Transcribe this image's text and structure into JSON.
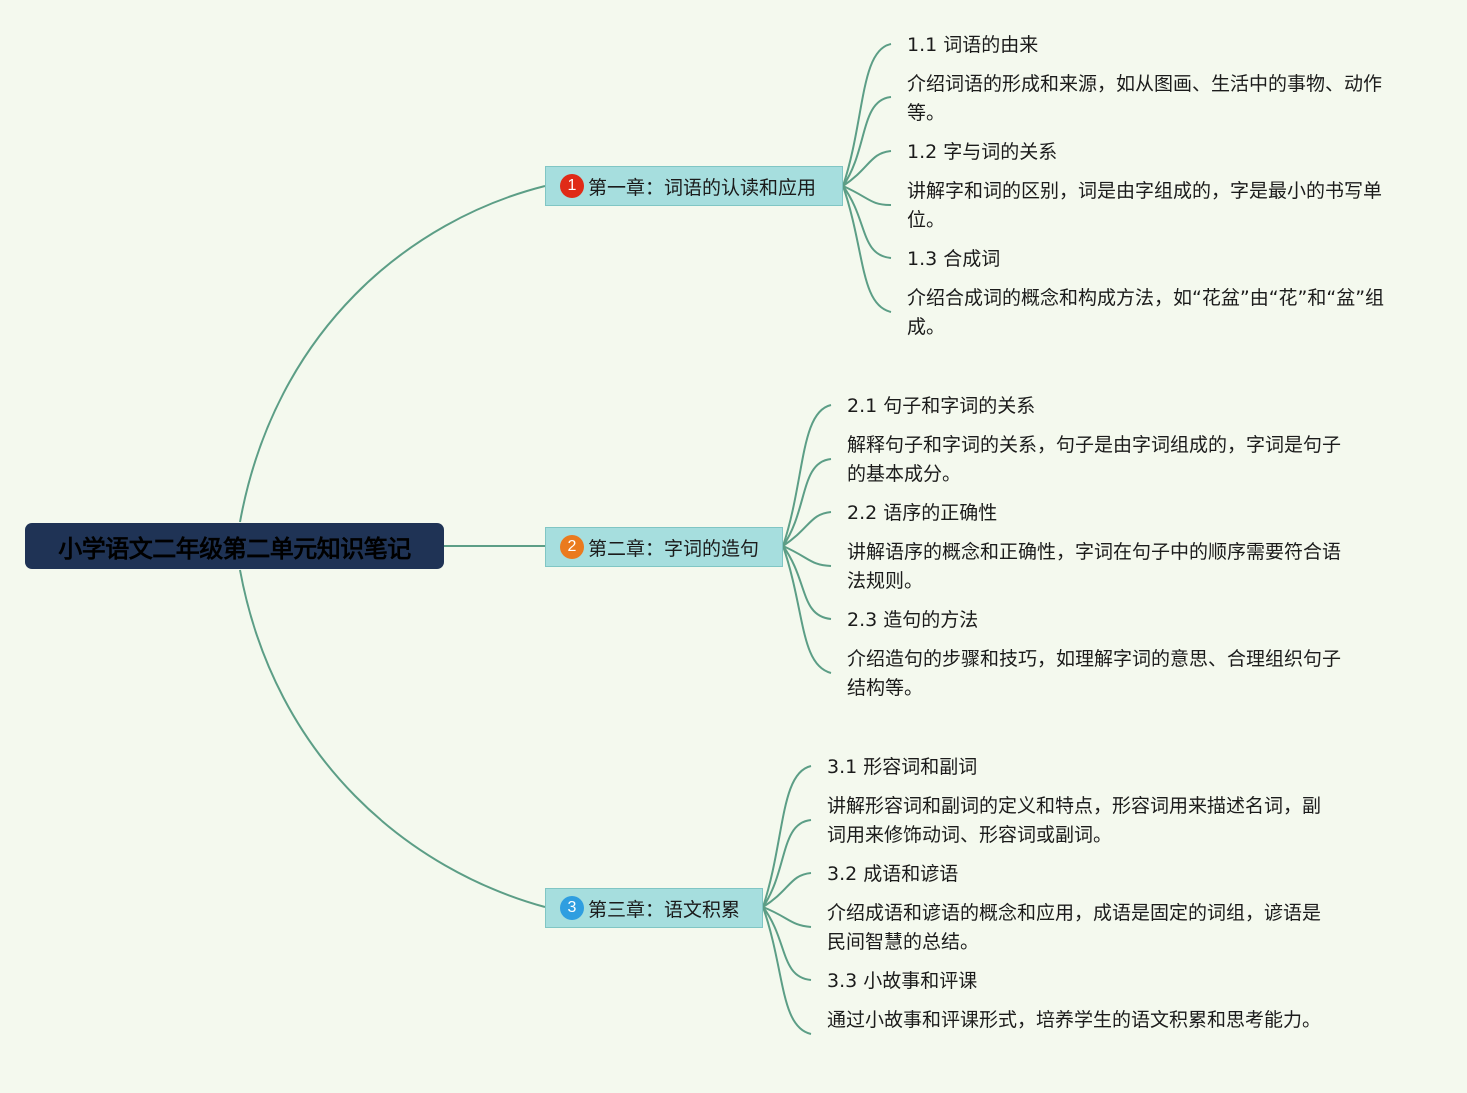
{
  "root": {
    "label": "小学语文二年级第二单元知识笔记"
  },
  "chapters": [
    {
      "number": "1",
      "badge_color": "#e02a17",
      "label": "第一章：词语的认读和应用",
      "items": [
        {
          "title": "1.1 词语的由来",
          "desc": "介绍词语的形成和来源，如从图画、生活中的事物、动作等。"
        },
        {
          "title": "1.2 字与词的关系",
          "desc": "讲解字和词的区别，词是由字组成的，字是最小的书写单位。"
        },
        {
          "title": "1.3 合成词",
          "desc": "介绍合成词的概念和构成方法，如“花盆”由“花”和“盆”组成。"
        }
      ]
    },
    {
      "number": "2",
      "badge_color": "#ea7a1e",
      "label": "第二章：字词的造句",
      "items": [
        {
          "title": "2.1 句子和字词的关系",
          "desc": "解释句子和字词的关系，句子是由字词组成的，字词是句子的基本成分。"
        },
        {
          "title": "2.2 语序的正确性",
          "desc": "讲解语序的概念和正确性，字词在句子中的顺序需要符合语法规则。"
        },
        {
          "title": "2.3 造句的方法",
          "desc": "介绍造句的步骤和技巧，如理解字词的意思、合理组织句子结构等。"
        }
      ]
    },
    {
      "number": "3",
      "badge_color": "#2f9ee0",
      "label": "第三章：语文积累",
      "items": [
        {
          "title": "3.1 形容词和副词",
          "desc": "讲解形容词和副词的定义和特点，形容词用来描述名词，副词用来修饰动词、形容词或副词。"
        },
        {
          "title": "3.2 成语和谚语",
          "desc": "介绍成语和谚语的概念和应用，成语是固定的词组，谚语是民间智慧的总结。"
        },
        {
          "title": "3.3 小故事和评课",
          "desc": "通过小故事和评课形式，培养学生的语文积累和思考能力。"
        }
      ]
    }
  ]
}
